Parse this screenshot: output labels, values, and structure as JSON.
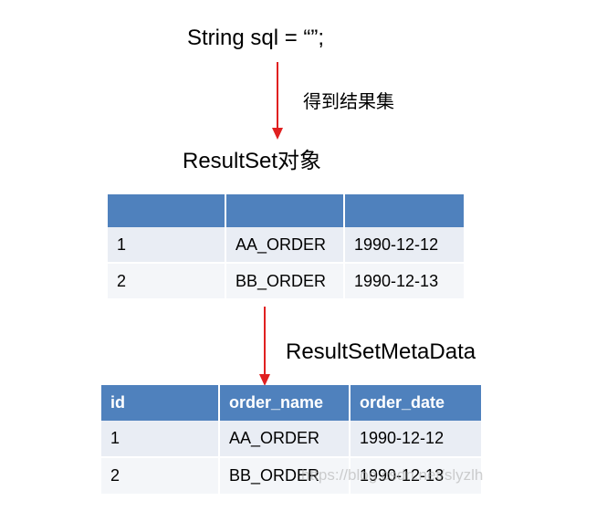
{
  "code_line": "String sql = “”;",
  "step1_label": "得到结果集",
  "resultset_title": "ResultSet对象",
  "metadata_title": "ResultSetMetaData",
  "resultset_table": {
    "headers": [
      "",
      "",
      ""
    ],
    "rows": [
      [
        "1",
        "AA_ORDER",
        "1990-12-12"
      ],
      [
        "2",
        "BB_ORDER",
        "1990-12-13"
      ]
    ]
  },
  "metadata_table": {
    "headers": [
      "id",
      "order_name",
      "order_date"
    ],
    "rows": [
      [
        "1",
        "AA_ORDER",
        "1990-12-12"
      ],
      [
        "2",
        "BB_ORDER",
        "1990-12-13"
      ]
    ]
  },
  "watermark": "https://blog.csdn.net/slyzlh",
  "colors": {
    "header_fill": "#4f81bd",
    "row_odd": "#e9edf4",
    "row_even": "#f4f6f9",
    "arrow": "#e02020"
  }
}
